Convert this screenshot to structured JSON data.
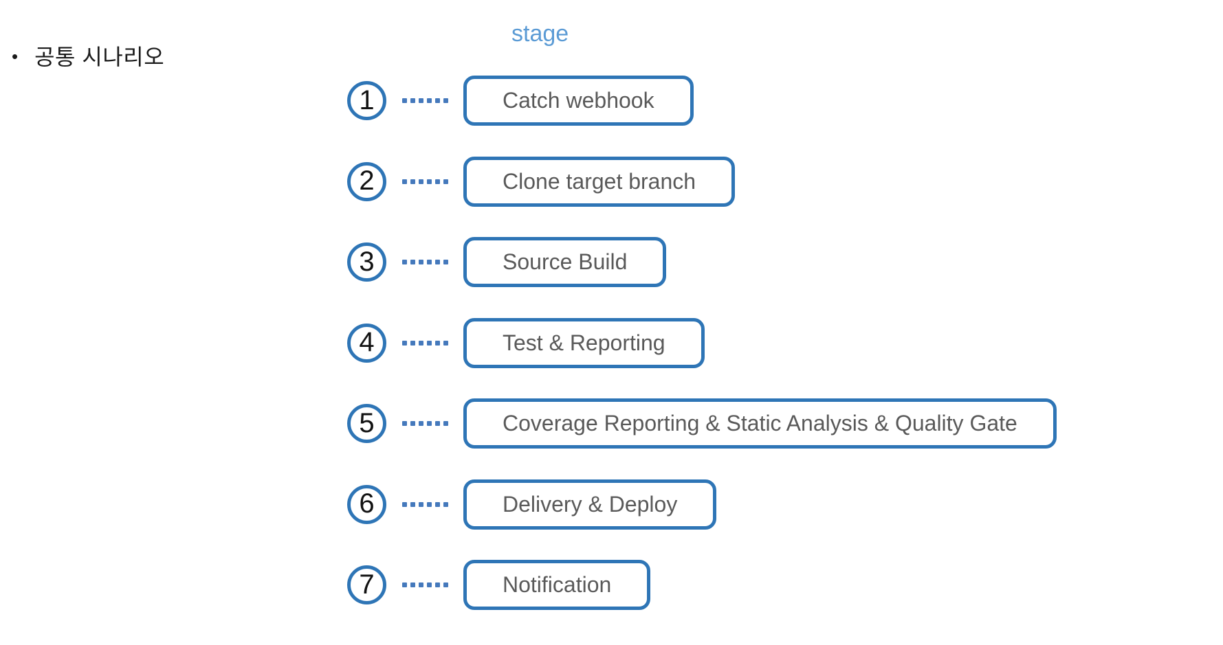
{
  "page": {
    "bullet_glyph": "•",
    "bullet_label": "공통 시나리오"
  },
  "diagram": {
    "header_label": "stage",
    "colors": {
      "outline_blue": "#2e75b6",
      "dot_blue": "#4579bc",
      "header_blue": "#5b9bd5",
      "box_text_gray": "#595959",
      "number_black": "#121212"
    },
    "connector_dot_count": 6,
    "stages": [
      {
        "number": "1",
        "label": "Catch webhook"
      },
      {
        "number": "2",
        "label": "Clone target branch"
      },
      {
        "number": "3",
        "label": "Source Build"
      },
      {
        "number": "4",
        "label": "Test & Reporting"
      },
      {
        "number": "5",
        "label": "Coverage Reporting & Static Analysis & Quality Gate"
      },
      {
        "number": "6",
        "label": "Delivery & Deploy"
      },
      {
        "number": "7",
        "label": "Notification"
      }
    ]
  }
}
